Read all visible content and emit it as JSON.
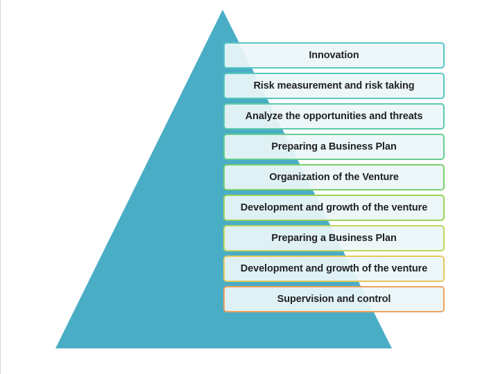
{
  "diagram": {
    "pyramid_color": "#4aadc6",
    "steps": [
      {
        "label": "Innovation",
        "border_color": "#55c4c4"
      },
      {
        "label": "Risk measurement and risk taking",
        "border_color": "#55c7bb"
      },
      {
        "label": "Analyze the opportunities and threats",
        "border_color": "#5ccaa8"
      },
      {
        "label": "Preparing a Business Plan",
        "border_color": "#66cd8d"
      },
      {
        "label": "Organization of the Venture",
        "border_color": "#7ace6c"
      },
      {
        "label": "Development and growth of the venture",
        "border_color": "#9bd35c"
      },
      {
        "label": "Preparing a Business Plan",
        "border_color": "#c0d65a"
      },
      {
        "label": "Development and growth of the venture",
        "border_color": "#e5c95a"
      },
      {
        "label": "Supervision and control",
        "border_color": "#f0a05a"
      }
    ]
  }
}
